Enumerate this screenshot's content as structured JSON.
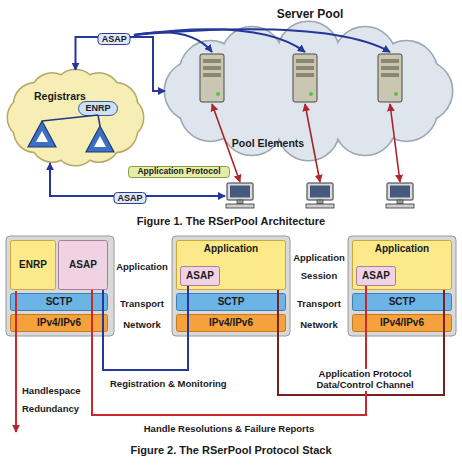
{
  "diagram": {
    "nodes": [
      {
        "text": [
          "Server Pool",
          "Pool Elements"
        ]
      },
      {
        "text": [
          "Registrars"
        ]
      },
      {
        "text": [
          "ENRP"
        ],
        "in": 1
      },
      {
        "text": [
          "Application Protocol"
        ]
      },
      {
        "text": [
          "ENRP"
        ]
      },
      {
        "text": [
          "ASAP"
        ]
      },
      {
        "text": [
          "SCTP"
        ]
      },
      {
        "text": [
          "IPv4/IPv6"
        ]
      },
      {
        "text": [
          "Application"
        ]
      },
      {
        "text": [
          "ASAP"
        ],
        "in": 8
      },
      {
        "text": [
          "SCTP"
        ]
      },
      {
        "text": [
          "IPv4/IPv6"
        ]
      },
      {
        "text": [
          "Application"
        ]
      },
      {
        "text": [
          "ASAP"
        ],
        "in": 12
      },
      {
        "text": [
          "SCTP"
        ]
      },
      {
        "text": [
          "IPv4/IPv6"
        ]
      }
    ],
    "edges": [
      {
        "from": 1,
        "to": 0,
        "arrow": "both",
        "label": "ASAP"
      },
      {
        "from": 5,
        "to": 9,
        "arrow": "none",
        "label": "Registration & Monitoring"
      },
      {
        "from": 8,
        "to": 12,
        "arrow": "none",
        "label": "Application Protocol Data/Control Channel"
      },
      {
        "from": 5,
        "to": 13,
        "arrow": "none",
        "label": "Handle Resolutions & Failure Reports"
      }
    ],
    "labels": [
      "ASAP",
      "Figure 1. The RSerPool Architecture",
      "Application",
      "Transport",
      "Network",
      "Application Session",
      "Transport",
      "Network",
      "Handlespace Redundancy",
      "Figure 2. The RSerPool Protocol Stack"
    ]
  }
}
